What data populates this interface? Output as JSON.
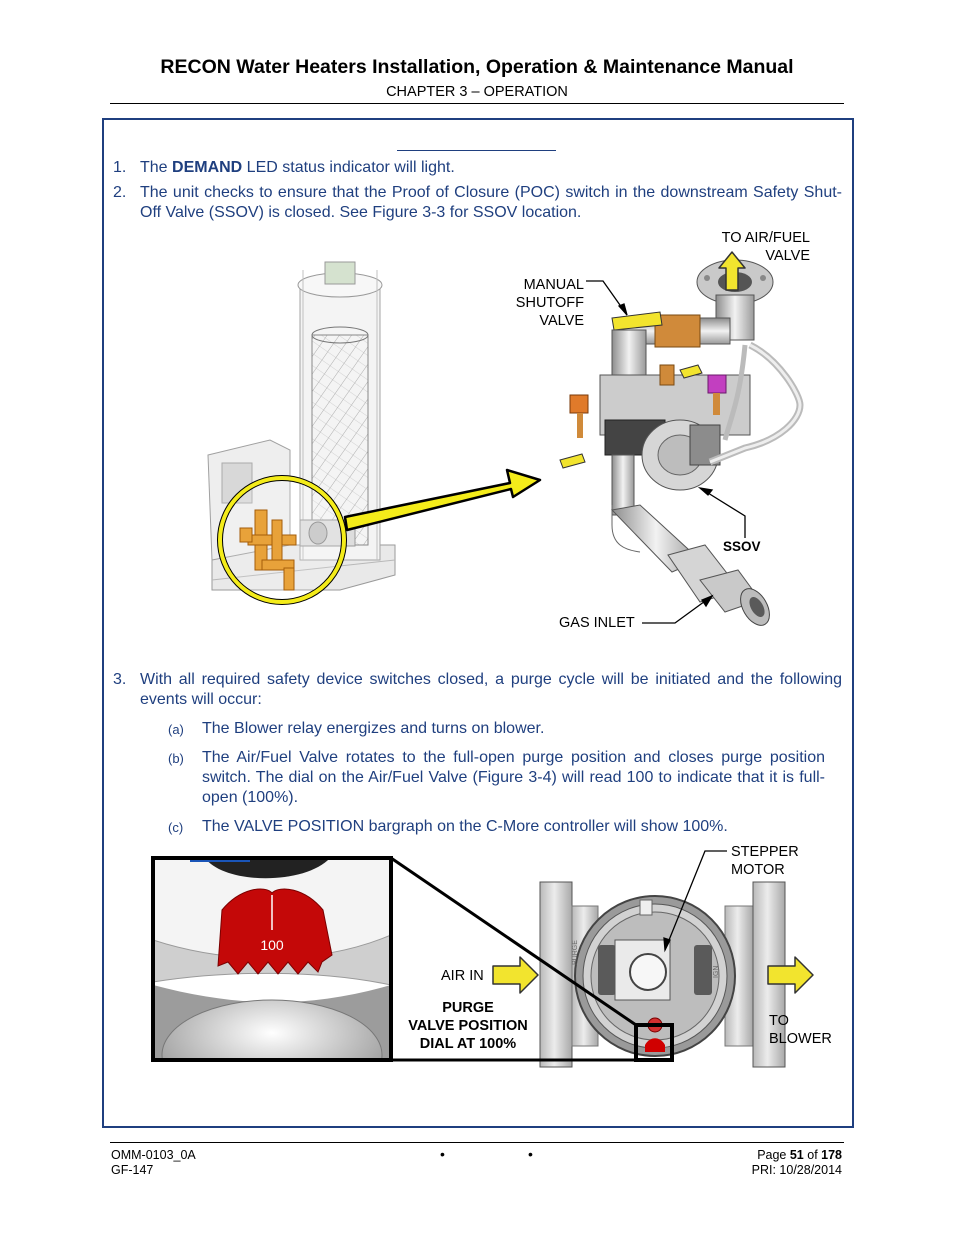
{
  "header": {
    "title": "RECON Water Heaters Installation, Operation & Maintenance Manual",
    "chapter": "CHAPTER 3 – OPERATION"
  },
  "steps": [
    {
      "num": "1.",
      "prefix": "The ",
      "keyword": "DEMAND",
      "suffix": " LED status indicator will light."
    },
    {
      "num": "2.",
      "text": "The unit checks to ensure that the Proof of Closure (POC) switch in the downstream Safety Shut-Off Valve (SSOV) is closed. See Figure 3-3 for SSOV location."
    },
    {
      "num": "3.",
      "text": "With all required safety device switches closed, a purge cycle will be initiated and the following events will occur:"
    }
  ],
  "substeps": [
    {
      "letter": "(a)",
      "text": "The Blower relay energizes and turns on blower."
    },
    {
      "letter": "(b)",
      "text": "The Air/Fuel Valve rotates to the full-open purge position and closes purge position switch. The dial on the Air/Fuel Valve (Figure 3-4) will read 100 to indicate that it is full-open (100%)."
    },
    {
      "letter": "(c)",
      "text": "The VALVE POSITION bargraph on the C-More controller will show 100%."
    }
  ],
  "figure_3_3": {
    "to_air_fuel_valve": [
      "TO AIR/FUEL",
      "VALVE"
    ],
    "manual_shutoff_valve": [
      "MANUAL",
      "SHUTOFF",
      "VALVE"
    ],
    "ssov": "SSOV",
    "gas_inlet": "GAS INLET"
  },
  "figure_3_4": {
    "stepper_motor": [
      "STEPPER",
      "MOTOR"
    ],
    "air_in": "AIR IN",
    "to_blower": [
      "TO",
      "BLOWER"
    ],
    "purge_dial": [
      "PURGE",
      "VALVE POSITION",
      "DIAL AT 100%"
    ],
    "dial_value": "100",
    "plate_purge": "PURGE",
    "plate_ign": "IGN"
  },
  "footer": {
    "doc_id": "OMM-0103_0A",
    "form_id": "GF-147",
    "page_prefix": "Page ",
    "page_num": "51",
    "page_of": " of ",
    "page_total": "178",
    "pri": "PRI: 10/28/2014",
    "bullet": "•"
  }
}
